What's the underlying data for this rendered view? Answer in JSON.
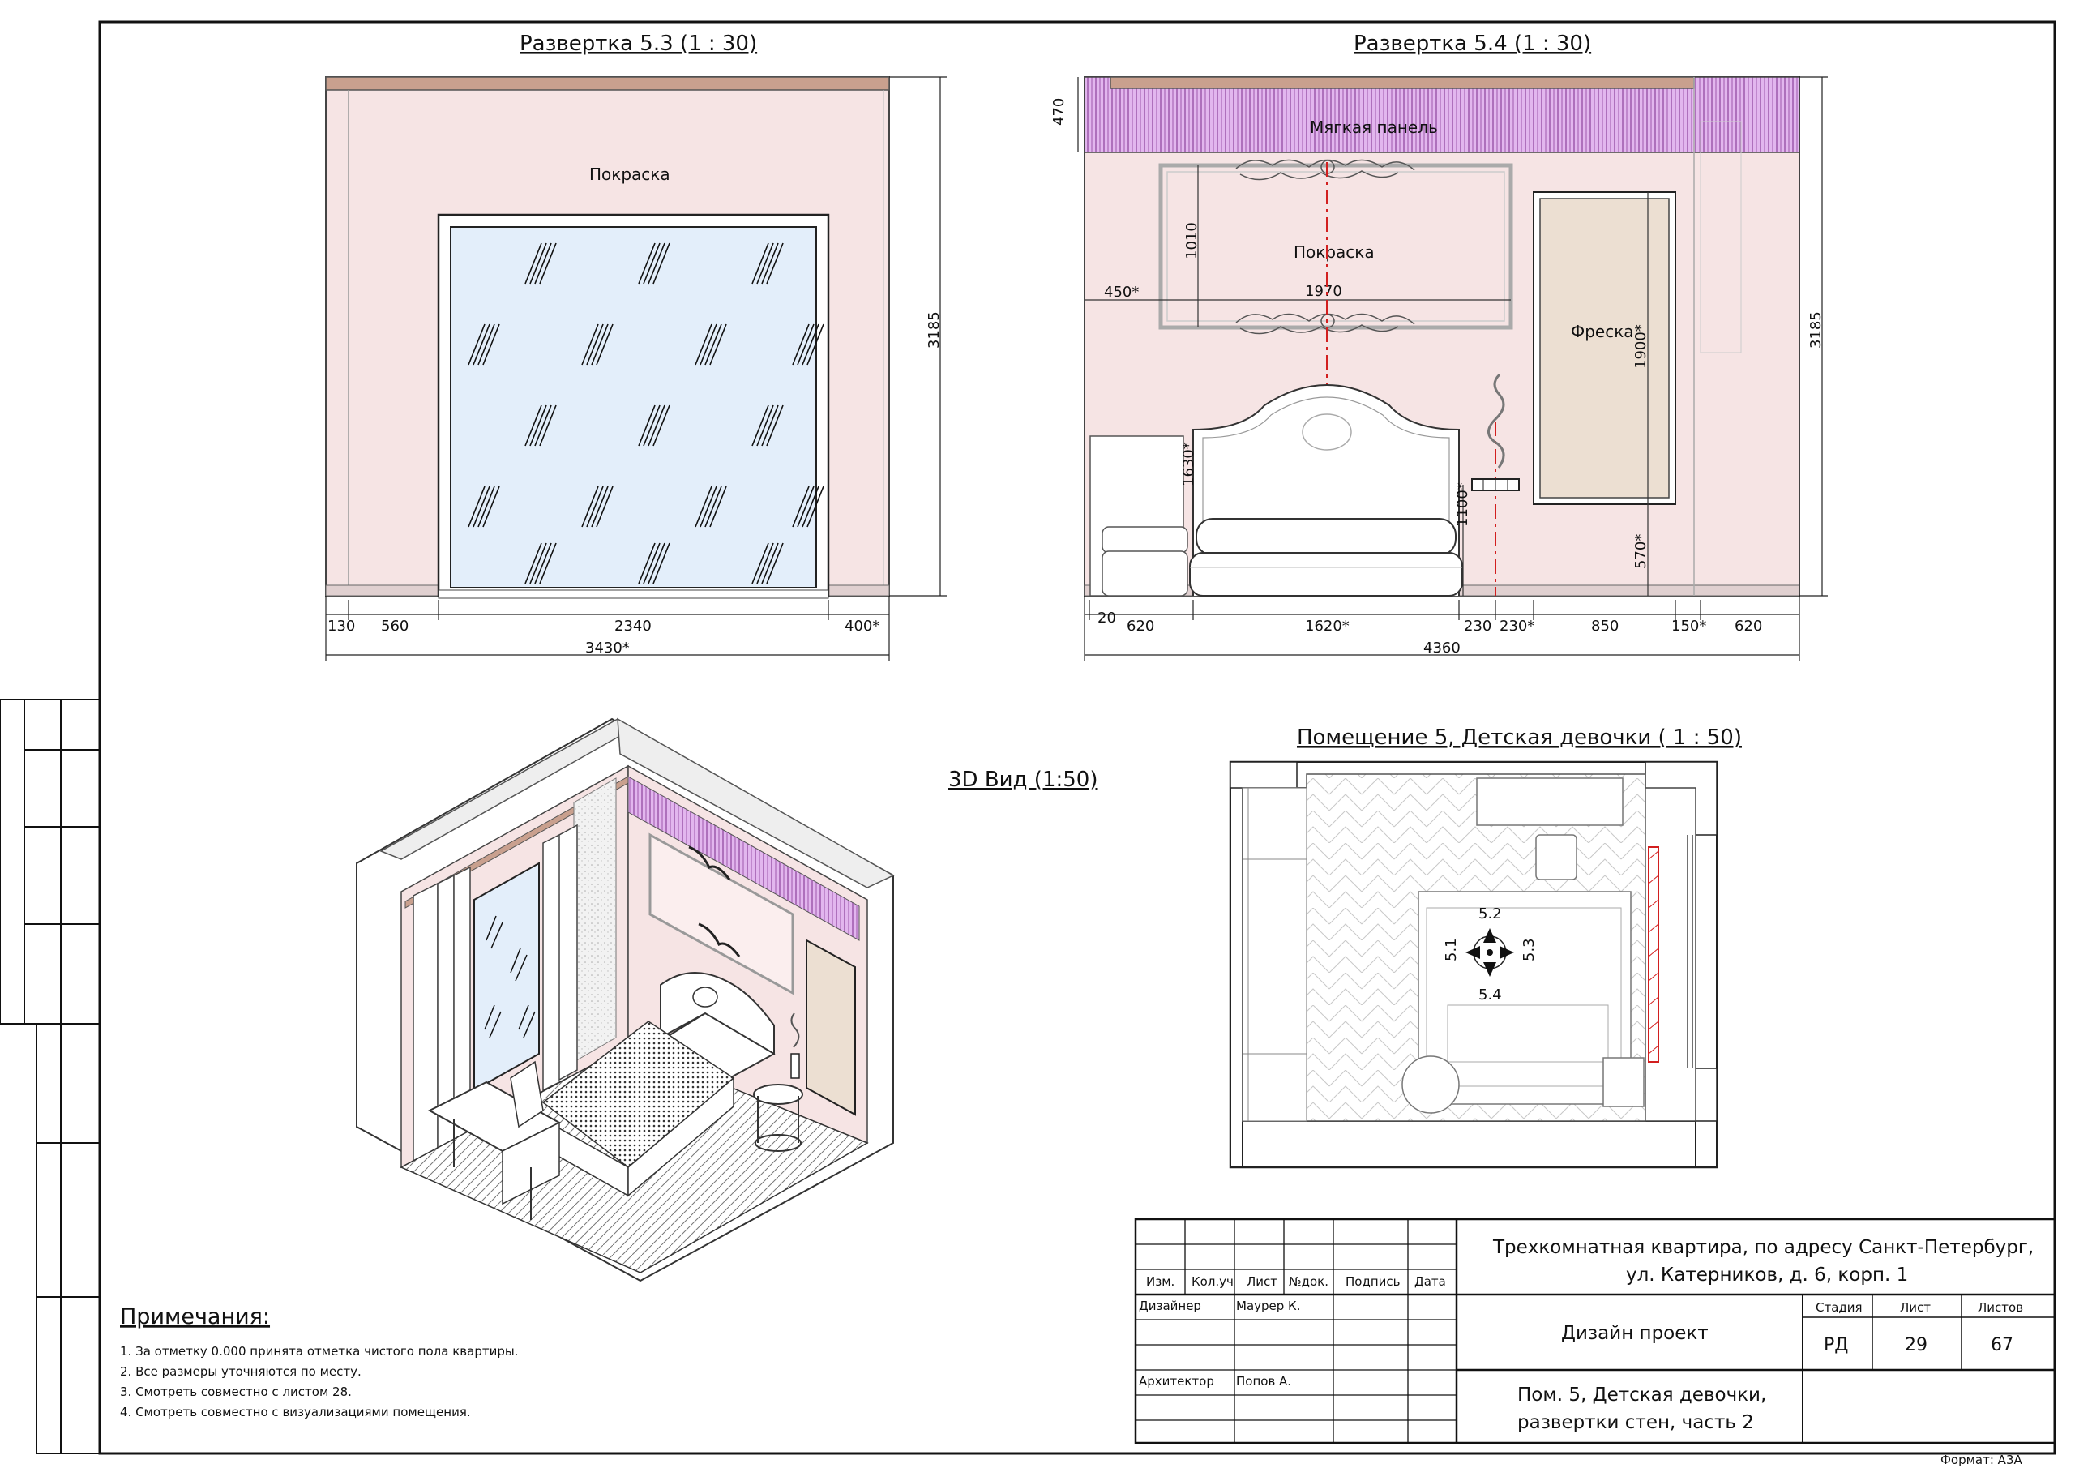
{
  "elevation_53": {
    "title": "Развертка 5.3 (1 : 30)",
    "paint_label": "Покраска",
    "height_dim": "3185",
    "dims": [
      "130",
      "560",
      "2340",
      "400*"
    ],
    "total_dim": "3430*"
  },
  "elevation_54": {
    "title": "Развертка 5.4 (1 : 30)",
    "soft_panel_label": "Мягкая панель",
    "paint_label": "Покраска",
    "fresco_label": "Фреска",
    "height_dim": "3185",
    "top_dim": "470",
    "frame_h_dim": "1010",
    "frame_w_dim": "1970",
    "offset_dim": "450*",
    "headboard_dim": "1630*",
    "switch_dim": "1100*",
    "fresco_h_dim": "1900*",
    "fresco_bottom_dim": "570*",
    "dims": [
      "20",
      "620",
      "1620*",
      "230",
      "230*",
      "850",
      "150*",
      "620"
    ],
    "total_dim": "4360"
  },
  "view_3d": {
    "title": "3D  Вид (1:50)"
  },
  "plan": {
    "title": "Помещение 5, Детская девочки ( 1 : 50)",
    "marker_labels": [
      "5.1",
      "5.2",
      "5.3",
      "5.4"
    ]
  },
  "notes": {
    "heading": "Примечания:",
    "items": [
      "1.   За отметку 0.000 принята отметка чистого пола квартиры.",
      "2.   Все размеры уточняются по месту.",
      "3.   Смотреть совместно с листом 28.",
      "4.   Смотреть совместно с визуализациями помещения."
    ]
  },
  "stamp": {
    "col_headers": [
      "Изм.",
      "Кол.уч",
      "Лист",
      "№док.",
      "Подпись",
      "Дата"
    ],
    "rows": [
      {
        "role": "Дизайнер",
        "name": "Маурер К."
      },
      {
        "role": "Архитектор",
        "name": "Попов А."
      }
    ],
    "project_line1": "Трехкомнатная квартира, по адресу Санкт-Петербург,",
    "project_line2": "ул. Катерников, д. 6, корп. 1",
    "doc_type": "Дизайн проект",
    "stage_header": "Стадия",
    "sheet_header": "Лист",
    "sheets_header": "Листов",
    "stage": "РД",
    "sheet": "29",
    "sheets": "67",
    "sheet_title_line1": "Пом. 5, Детская девочки,",
    "sheet_title_line2": "развертки стен, часть 2",
    "format": "Формат: А3А"
  },
  "colors": {
    "wall_pink": "#f6e4e4",
    "soft_panel": "#d9a8e6",
    "glass": "#e3eefa",
    "fresco": "#ecdfd2",
    "cornice": "#c9a08e",
    "axis_red": "#d21f1f"
  }
}
